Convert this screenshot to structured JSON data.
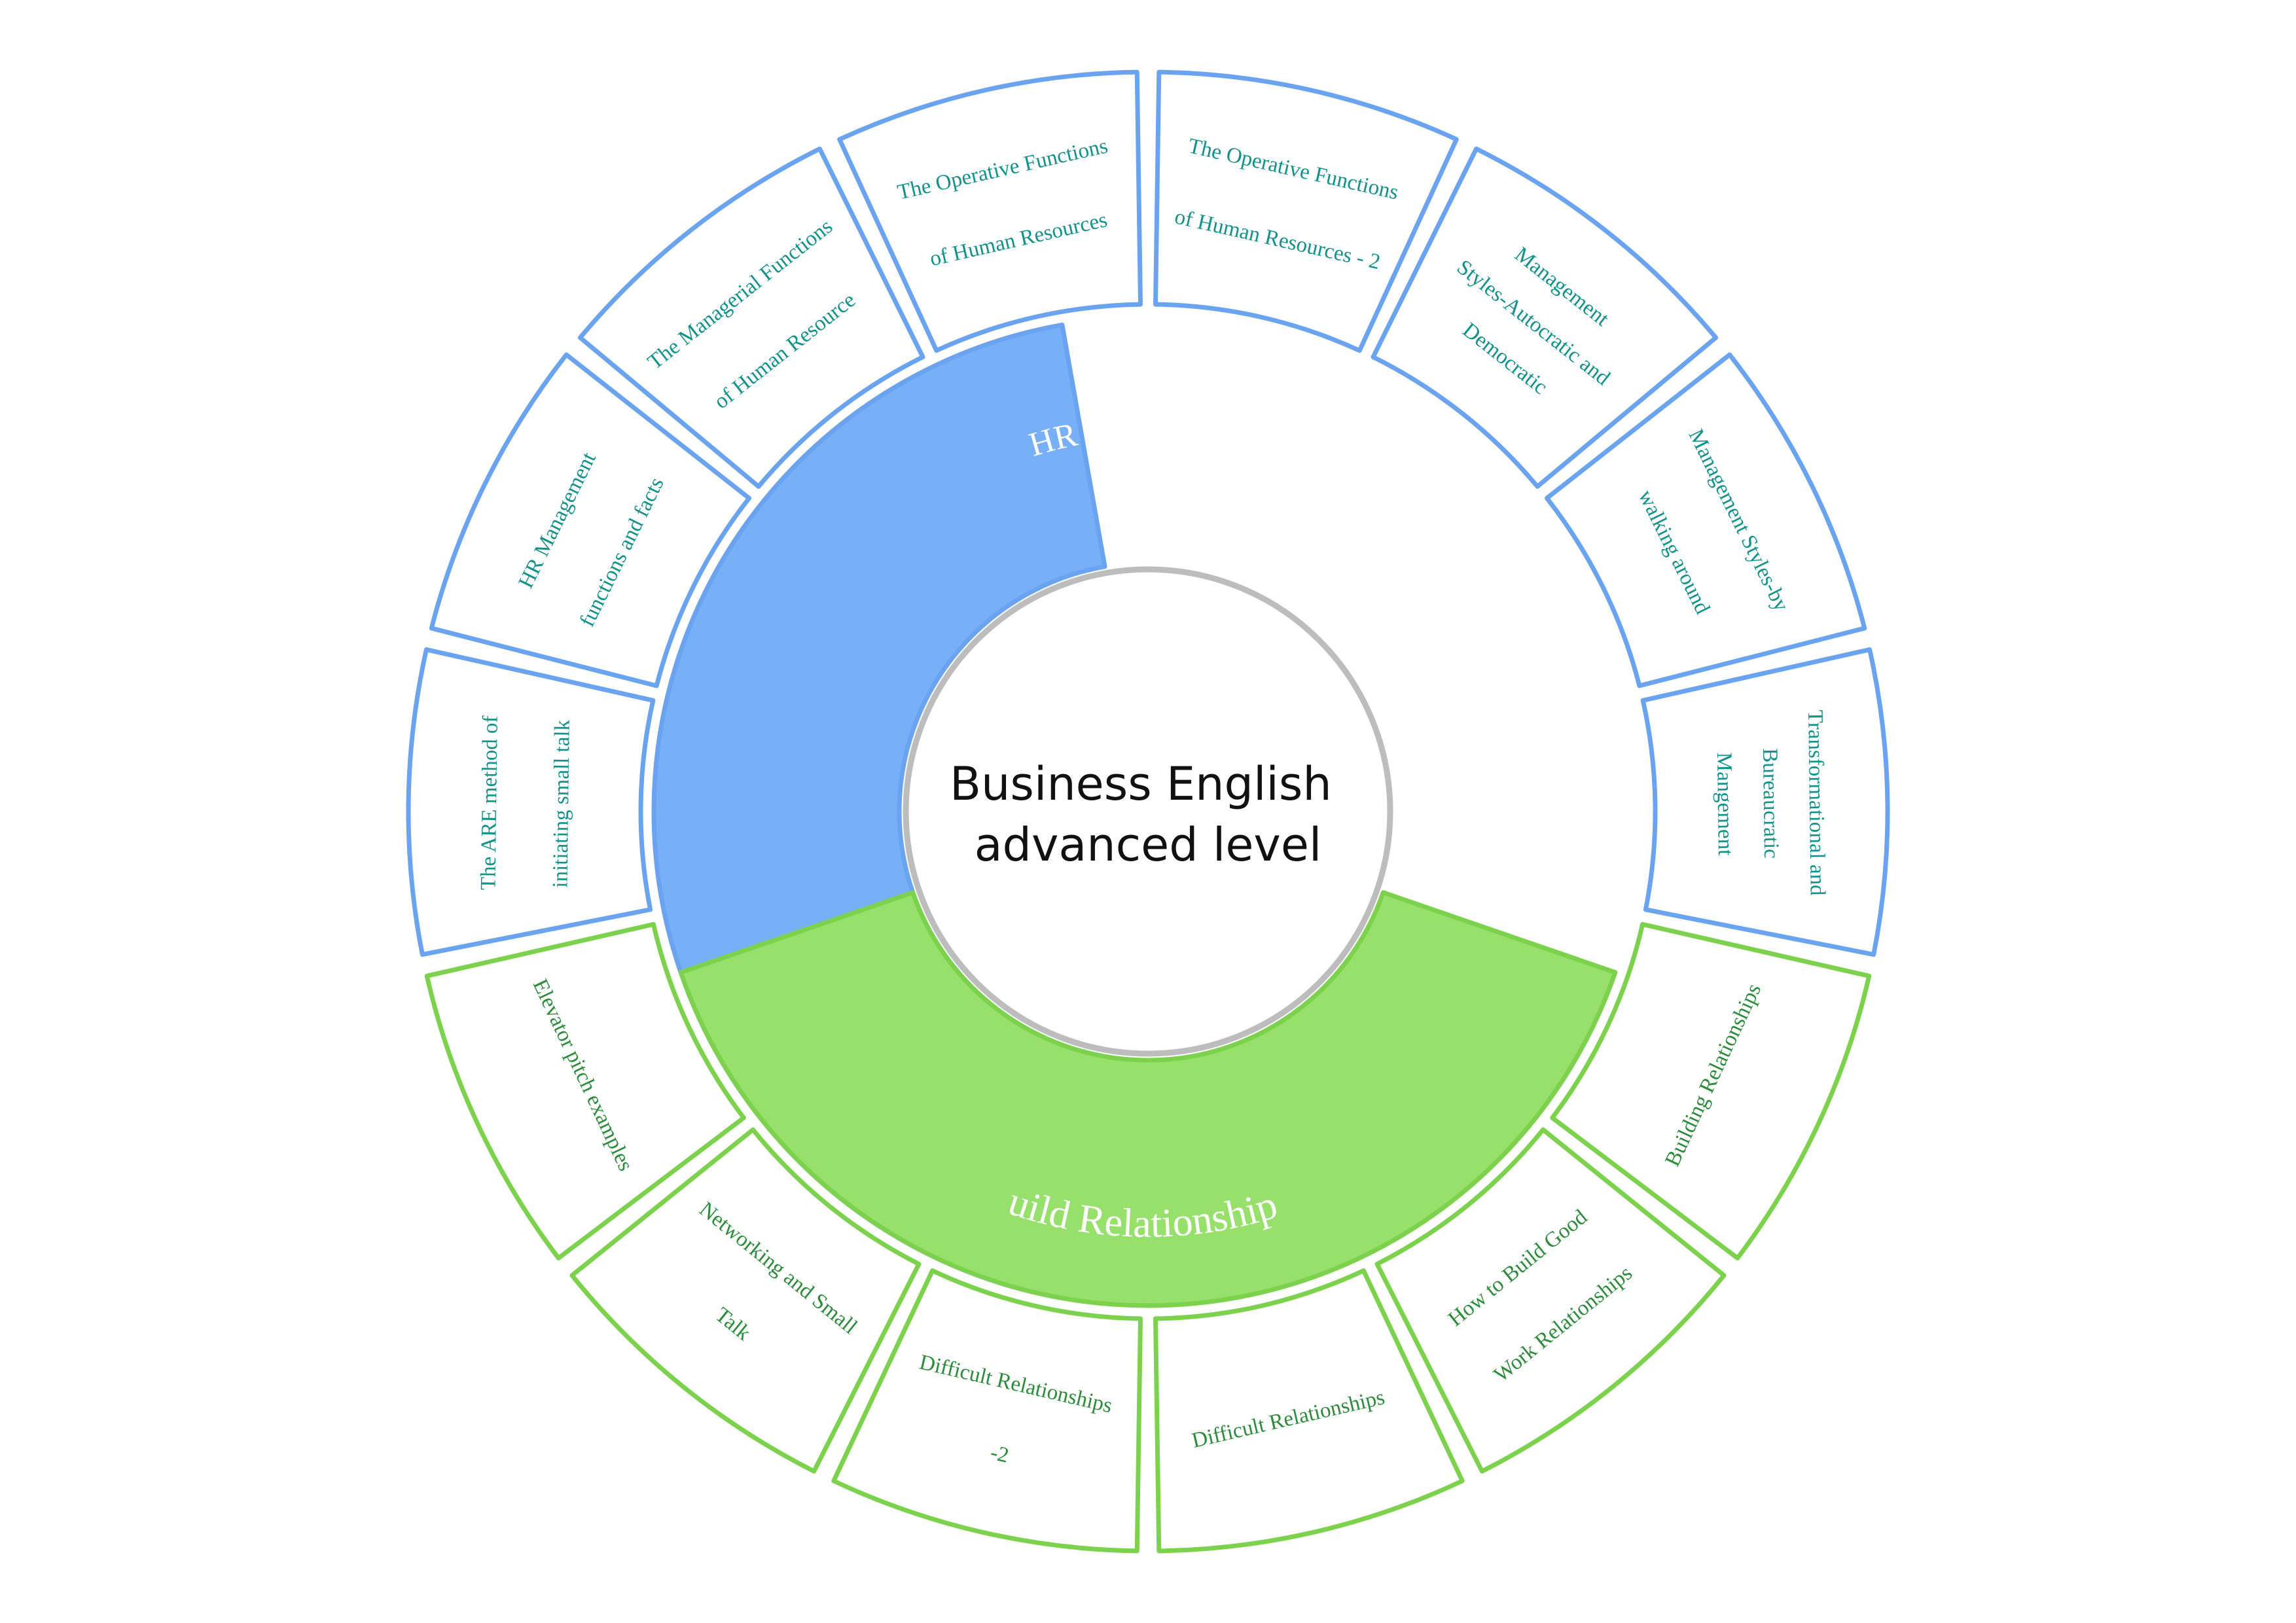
{
  "center": {
    "lines": [
      "Business English",
      "advanced level"
    ]
  },
  "colors": {
    "hr_fill": "#78b0f8",
    "hr_stroke": "#6aa3f0",
    "hr_text": "#12928a",
    "br_fill": "#98e06c",
    "br_stroke": "#7cd24c",
    "br_text": "#2b8c3a",
    "center_stroke": "#bdbdbd"
  },
  "categories": [
    {
      "key": "hr",
      "label": "HR Management",
      "topics": [
        {
          "lines": [
            "The ARE method of",
            "initiating small talk"
          ]
        },
        {
          "lines": [
            "HR Management",
            "functions and facts"
          ]
        },
        {
          "lines": [
            "The Managerial Functions",
            "of Human Resource"
          ]
        },
        {
          "lines": [
            "The Operative Functions",
            "of Human Resources"
          ]
        },
        {
          "lines": [
            "The Operative Functions",
            "of Human Resources - 2"
          ]
        },
        {
          "lines": [
            "Management",
            "Styles-Autocratic and",
            "Democratic"
          ]
        },
        {
          "lines": [
            "Management Styles-by",
            "walking around"
          ]
        },
        {
          "lines": [
            "Transformational and",
            "Bureaucratic",
            "Mangement"
          ]
        }
      ]
    },
    {
      "key": "br",
      "label": "Build Relationships",
      "topics": [
        {
          "lines": [
            "Building Relationships"
          ]
        },
        {
          "lines": [
            "How to Build Good",
            "Work Relationships"
          ]
        },
        {
          "lines": [
            "Difficult Relationships"
          ]
        },
        {
          "lines": [
            "Difficult Relationships",
            "-2"
          ]
        },
        {
          "lines": [
            "Networking and Small",
            "Talk"
          ]
        },
        {
          "lines": [
            "Elevator pitch examples"
          ]
        }
      ]
    }
  ]
}
